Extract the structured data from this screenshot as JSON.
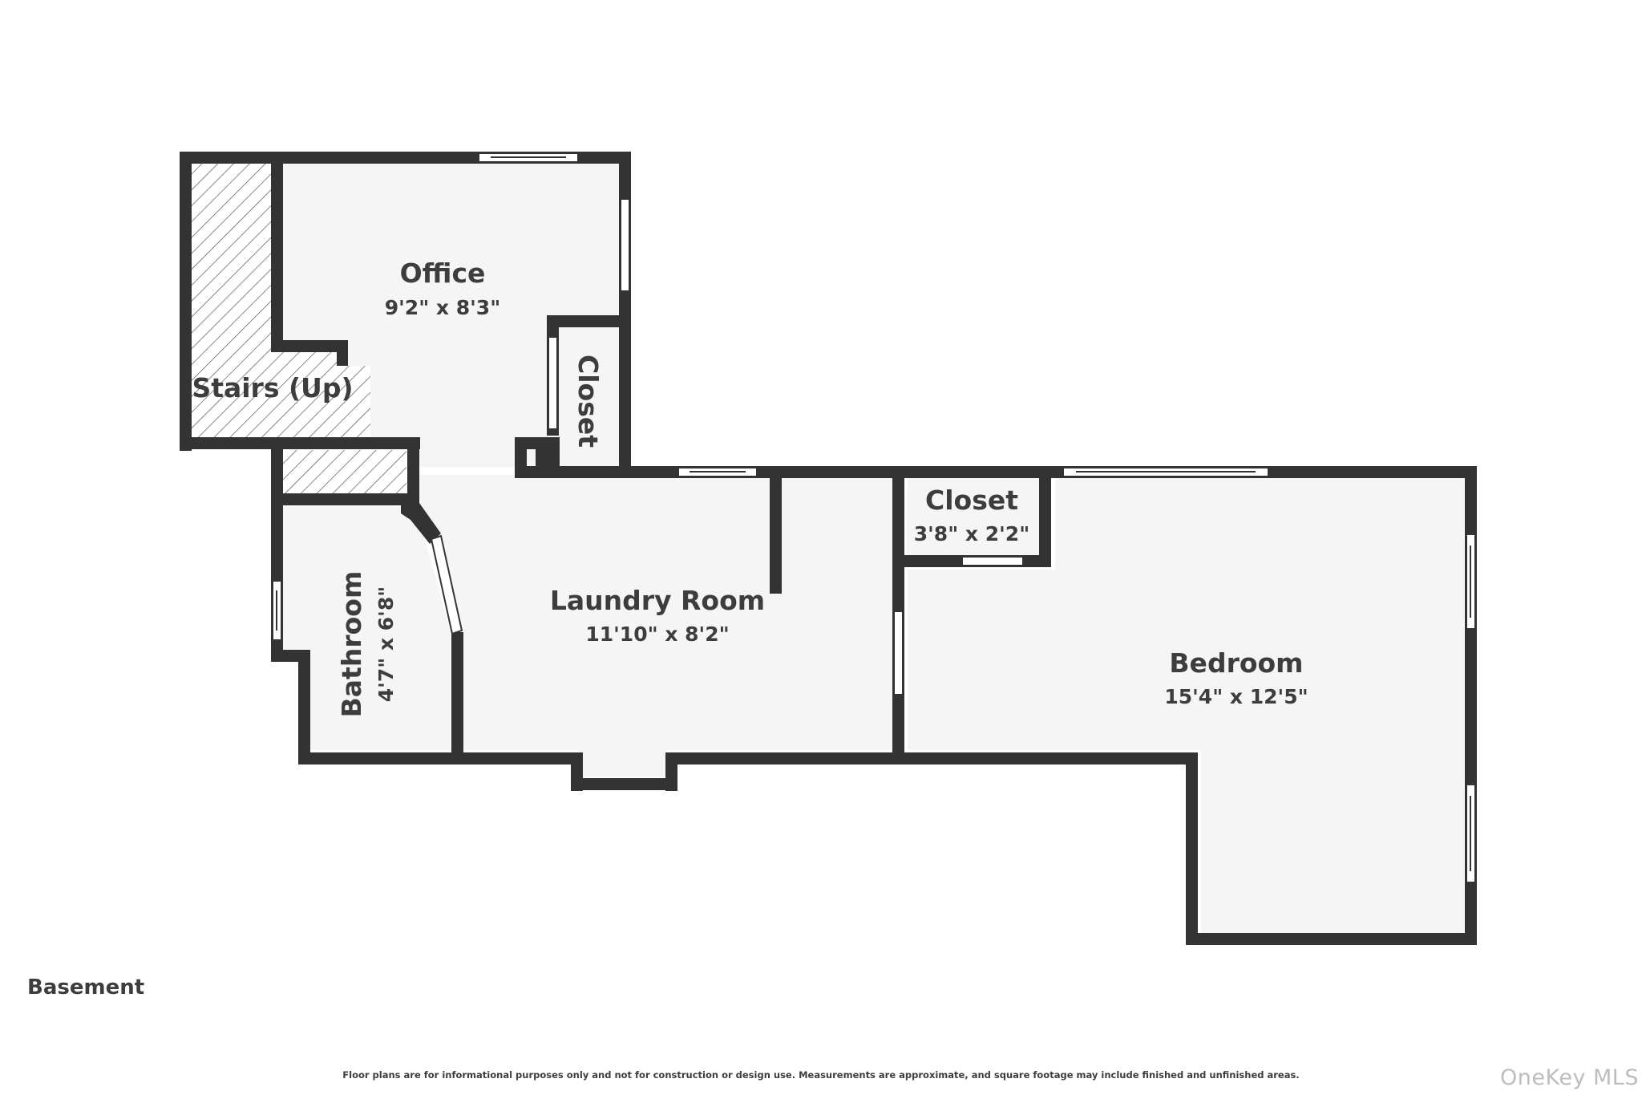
{
  "rooms": {
    "office": {
      "name": "Office",
      "dim": "9'2\" x 8'3\""
    },
    "closet_vertical": {
      "name": "Closet"
    },
    "stairs": {
      "name": "Stairs (Up)"
    },
    "bathroom": {
      "name": "Bathroom",
      "dim": "4'7\" x 6'8\""
    },
    "laundry": {
      "name": "Laundry Room",
      "dim": "11'10\" x 8'2\""
    },
    "closet_small": {
      "name": "Closet",
      "dim": "3'8\" x 2'2\""
    },
    "bedroom": {
      "name": "Bedroom",
      "dim": "15'4\" x 12'5\""
    }
  },
  "floor_label": "Basement",
  "disclaimer": "Floor plans are for informational purposes only and not for construction or design use. Measurements are approximate, and square footage may include finished and unfinished areas.",
  "watermark": "OneKey MLS",
  "colors": {
    "wall": "#333333",
    "floor": "#f5f5f5",
    "text": "#3d3d3d",
    "watermark": "#bdbdbd"
  }
}
